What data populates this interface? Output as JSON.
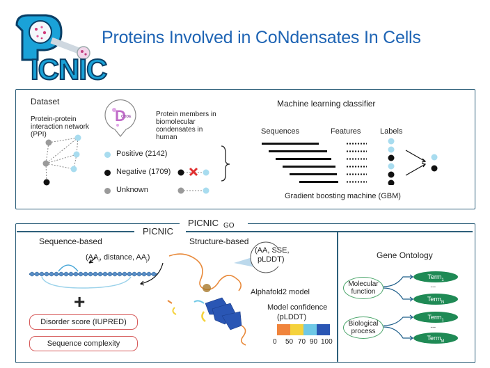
{
  "header": {
    "logo_text": "PICNIC",
    "title": "Proteins Involved in CoNdensates In Cells"
  },
  "top_panel": {
    "dataset_heading": "Dataset",
    "ppi_label_line1": "Protein-protein",
    "ppi_label_line2": "interaction network",
    "ppi_label_line3": "(PPI)",
    "cd_code_label": "CODE",
    "members_line1": "Protein members in",
    "members_line2": "biomolecular",
    "members_line3": "condensates in",
    "members_line4": "human",
    "positive_label": "Positive (2142)",
    "negative_label": "Negative (1709)",
    "unknown_label": "Unknown",
    "ml_heading": "Machine learning classifier",
    "sequences_label": "Sequences",
    "features_label": "Features",
    "labels_label": "Labels",
    "gbm_label": "Gradient boosting machine (GBM)"
  },
  "bottom_panel": {
    "picnic_go_label": "PICNIC",
    "picnic_go_sub": "GO",
    "picnic_label": "PICNIC",
    "sequence_based": "Sequence-based",
    "seq_formula": "(AA",
    "seq_formula_i": "i",
    "seq_formula_mid": ", distance, AA",
    "seq_formula_j": "j",
    "seq_formula_end": ")",
    "plus": "+",
    "disorder_score": "Disorder score (IUPRED)",
    "sequence_complexity": "Sequence complexity",
    "structure_based": "Structure-based",
    "bubble_line1": "(AA, SSE,",
    "bubble_line2": "pLDDT)",
    "alphafold_label": "Alphafold2 model",
    "confidence_line1": "Model confidence",
    "confidence_line2": "(pLDDT)",
    "confidence_ticks": [
      "0",
      "50",
      "70",
      "90",
      "100"
    ],
    "confidence_colors": [
      "#f0843c",
      "#f5d23c",
      "#6ec8e6",
      "#2a56b4"
    ],
    "go_heading": "Gene Ontology",
    "molecular_line1": "Molecular",
    "molecular_line2": "function",
    "biological_line1": "Biological",
    "biological_line2": "process",
    "term": "Term",
    "term_sub_1": "1",
    "term_sub_n": "N",
    "term_sub_m": "M",
    "ellipsis": "..."
  },
  "colors": {
    "title_blue": "#1e64b4",
    "logo_blue": "#1aa2d8",
    "positive": "#a8dcef",
    "negative": "#111111",
    "unknown": "#9a9a9a",
    "panel_border": "#2d5f7a",
    "go_green": "#1f8a55",
    "red_pill": "#d65a5a"
  }
}
